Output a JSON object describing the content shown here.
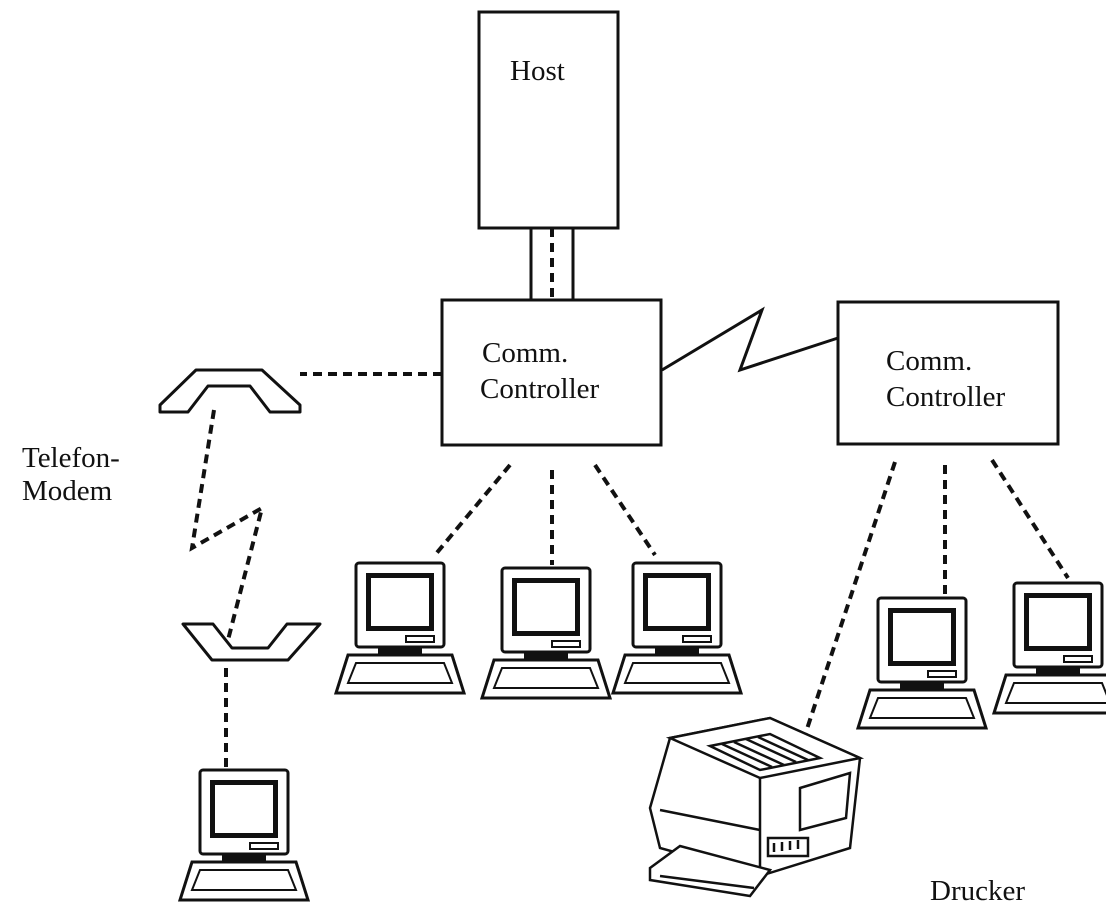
{
  "labels": {
    "host": "Host",
    "controller_1_line_1": "Comm.",
    "controller_1_line_2": "Controller",
    "controller_2_line_1": "Comm.",
    "controller_2_line_2": "Controller",
    "modem_line_1": "Telefon-",
    "modem_line_2": "Modem",
    "printer": "Drucker"
  },
  "icons": {
    "computer": "computer-icon",
    "handset": "phone-handset-icon",
    "printer": "printer-icon"
  },
  "colors": {
    "stroke": "#111111",
    "background": "#ffffff"
  }
}
